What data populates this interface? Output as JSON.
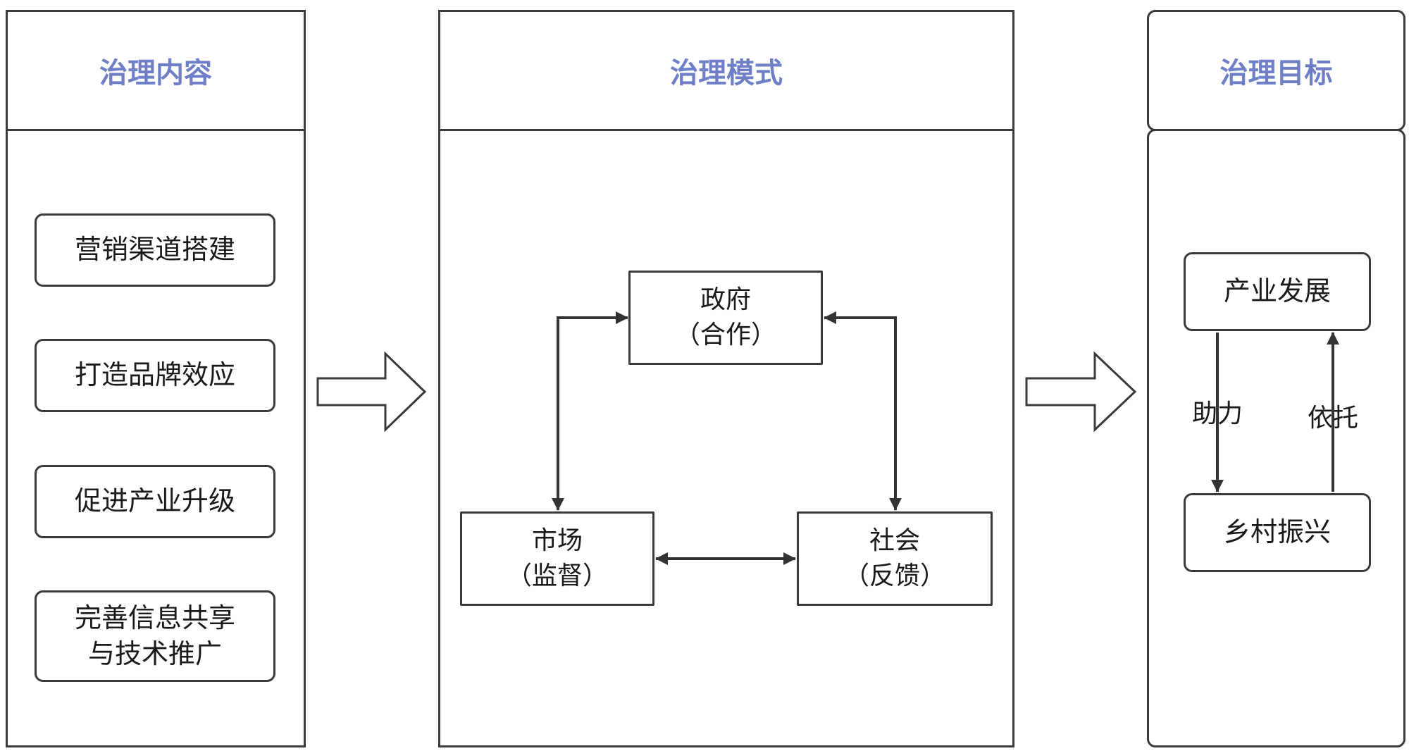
{
  "left": {
    "title": "治理内容",
    "items": [
      "营销渠道搭建",
      "打造品牌效应",
      "促进产业升级",
      "完善信息共享",
      "与技术推广"
    ]
  },
  "middle": {
    "title": "治理模式",
    "government": {
      "name": "政府",
      "role": "（合作）"
    },
    "market": {
      "name": "市场",
      "role": "（监督）"
    },
    "society": {
      "name": "社会",
      "role": "（反馈）"
    }
  },
  "right": {
    "title": "治理目标",
    "top": "产业发展",
    "bottom": "乡村振兴",
    "down_label": "助力",
    "up_label": "依托"
  }
}
